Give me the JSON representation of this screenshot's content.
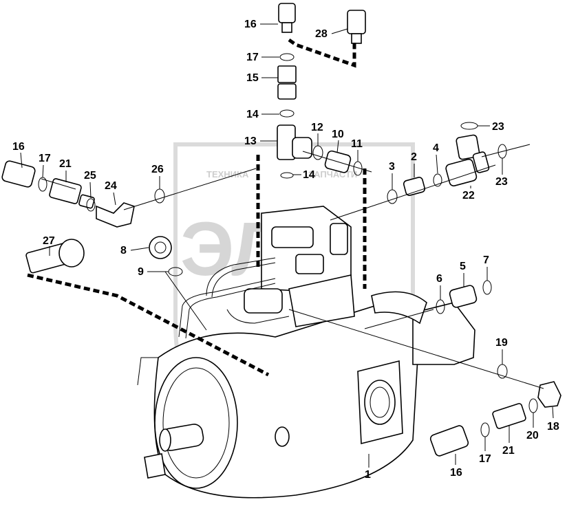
{
  "watermark": {
    "left_word": "ТЕХНИКА",
    "right_word": "ЗАПЧАСТИ",
    "logo_letters": "ЭЛФ"
  },
  "callouts": [
    {
      "id": "c16a",
      "text": "16"
    },
    {
      "id": "c28",
      "text": "28"
    },
    {
      "id": "c17a",
      "text": "17"
    },
    {
      "id": "c15",
      "text": "15"
    },
    {
      "id": "c14a",
      "text": "14"
    },
    {
      "id": "c13",
      "text": "13"
    },
    {
      "id": "c12",
      "text": "12"
    },
    {
      "id": "c10",
      "text": "10"
    },
    {
      "id": "c11",
      "text": "11"
    },
    {
      "id": "c14b",
      "text": "14"
    },
    {
      "id": "c23a",
      "text": "23"
    },
    {
      "id": "c2",
      "text": "2"
    },
    {
      "id": "c4",
      "text": "4"
    },
    {
      "id": "c3",
      "text": "3"
    },
    {
      "id": "c22",
      "text": "22"
    },
    {
      "id": "c23b",
      "text": "23"
    },
    {
      "id": "c16b",
      "text": "16"
    },
    {
      "id": "c17b",
      "text": "17"
    },
    {
      "id": "c21a",
      "text": "21"
    },
    {
      "id": "c25",
      "text": "25"
    },
    {
      "id": "c24",
      "text": "24"
    },
    {
      "id": "c26",
      "text": "26"
    },
    {
      "id": "c27",
      "text": "27"
    },
    {
      "id": "c8",
      "text": "8"
    },
    {
      "id": "c9",
      "text": "9"
    },
    {
      "id": "c6",
      "text": "6"
    },
    {
      "id": "c5",
      "text": "5"
    },
    {
      "id": "c7",
      "text": "7"
    },
    {
      "id": "c19",
      "text": "19"
    },
    {
      "id": "c18",
      "text": "18"
    },
    {
      "id": "c20",
      "text": "20"
    },
    {
      "id": "c21b",
      "text": "21"
    },
    {
      "id": "c17c",
      "text": "17"
    },
    {
      "id": "c16c",
      "text": "16"
    },
    {
      "id": "c1",
      "text": "1"
    }
  ]
}
